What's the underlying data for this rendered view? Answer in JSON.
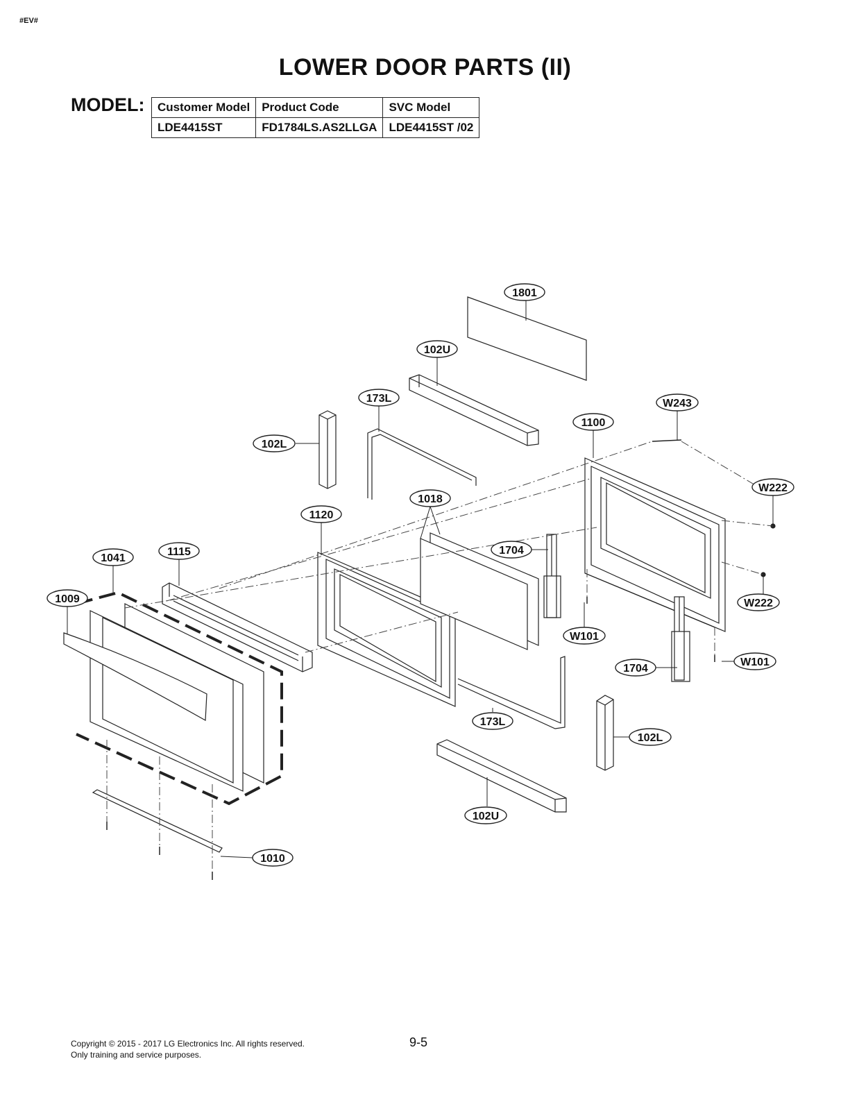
{
  "header": {
    "tag": "#EV#",
    "title": "LOWER DOOR PARTS (II)"
  },
  "model": {
    "label": "MODEL:",
    "columns": [
      "Customer Model",
      "Product Code",
      "SVC Model"
    ],
    "row": [
      "LDE4415ST",
      "FD1784LS.AS2LLGA",
      "LDE4415ST /02"
    ]
  },
  "callouts": [
    {
      "id": "c1801",
      "label": "1801"
    },
    {
      "id": "c102u_top",
      "label": "102U"
    },
    {
      "id": "c173l_top",
      "label": "173L"
    },
    {
      "id": "cw243",
      "label": "W243"
    },
    {
      "id": "c1100",
      "label": "1100"
    },
    {
      "id": "c102l_left",
      "label": "102L"
    },
    {
      "id": "cw222_top",
      "label": "W222"
    },
    {
      "id": "c1018",
      "label": "1018"
    },
    {
      "id": "c1120",
      "label": "1120"
    },
    {
      "id": "c1704_a",
      "label": "1704"
    },
    {
      "id": "c1041",
      "label": "1041"
    },
    {
      "id": "c1115",
      "label": "1115"
    },
    {
      "id": "cw222_bot",
      "label": "W222"
    },
    {
      "id": "c1009",
      "label": "1009"
    },
    {
      "id": "cw101_a",
      "label": "W101"
    },
    {
      "id": "cw101_b",
      "label": "W101"
    },
    {
      "id": "c1704_b",
      "label": "1704"
    },
    {
      "id": "c173l_bot",
      "label": "173L"
    },
    {
      "id": "c102l_right",
      "label": "102L"
    },
    {
      "id": "c102u_bot",
      "label": "102U"
    },
    {
      "id": "c1010",
      "label": "1010"
    }
  ],
  "footer": {
    "copyright": "Copyright © 2015 - 2017 LG Electronics Inc. All rights reserved.",
    "note": "Only training and service purposes.",
    "page": "9-5"
  }
}
